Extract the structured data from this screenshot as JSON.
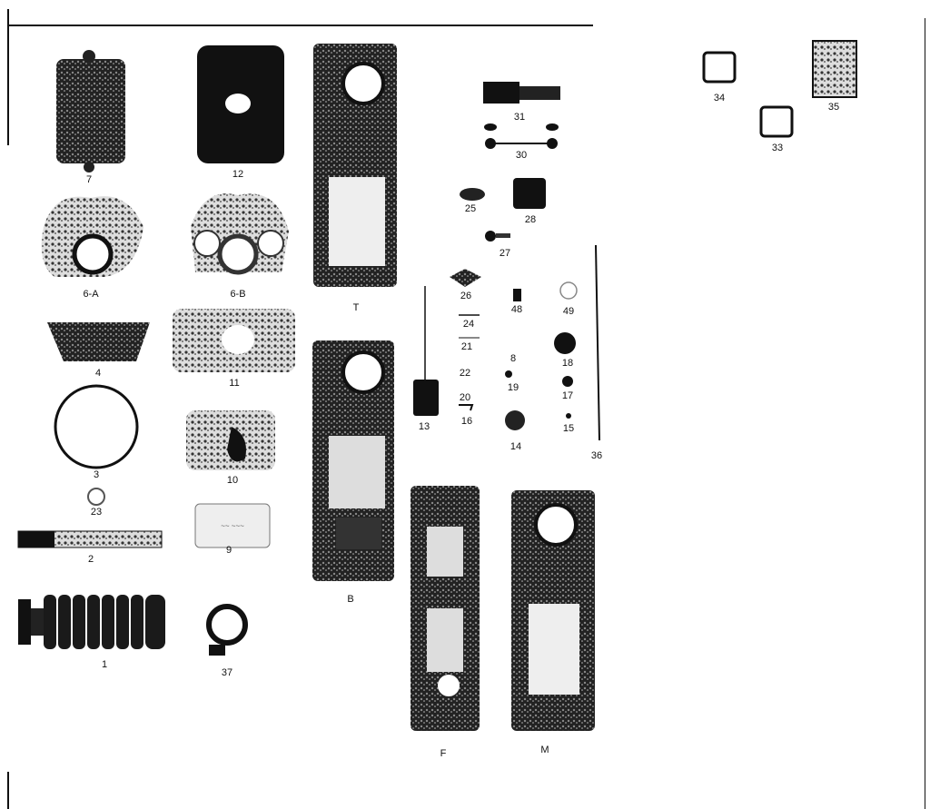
{
  "document": {
    "type": "exploded parts diagram",
    "labels": {
      "p7": "7",
      "p12": "12",
      "p6a": "6-A",
      "p6b": "6-B",
      "p4": "4",
      "p11": "11",
      "p3": "3",
      "p23": "23",
      "p10": "10",
      "p9": "9",
      "p2": "2",
      "p1": "1",
      "p37": "37",
      "T": "T",
      "B": "B",
      "F": "F",
      "M": "M",
      "p31": "31",
      "p30": "30",
      "p25": "25",
      "p28": "28",
      "p27": "27",
      "p26": "26",
      "p48": "48",
      "p49": "49",
      "p24": "24",
      "p21": "21",
      "p22": "22",
      "p8": "8",
      "p18": "18",
      "p19": "19",
      "p20": "20",
      "p17": "17",
      "p16": "16",
      "p13": "13",
      "p14": "14",
      "p15": "15",
      "p36": "36",
      "p34": "34",
      "p33": "33",
      "p35": "35"
    }
  }
}
